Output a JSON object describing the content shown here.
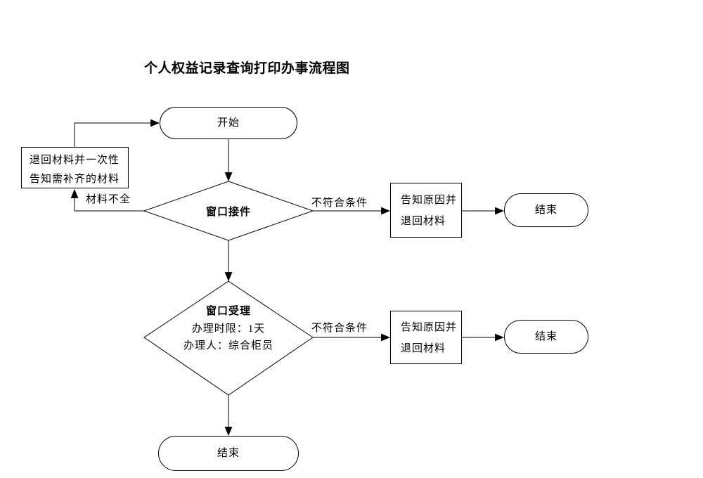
{
  "title": "个人权益记录查询打印办事流程图",
  "flowchart": {
    "start": {
      "label": "开始"
    },
    "return_box": {
      "line1": "退回材料并一次性",
      "line2": "告知需补齐的材料"
    },
    "decision1": {
      "label": "窗口接件"
    },
    "decision2": {
      "title": "窗口受理",
      "line2": "办理时限：1天",
      "line3": "办理人：综合柜员"
    },
    "notify_box1": {
      "line1": "告知原因并",
      "line2": "退回材料"
    },
    "notify_box2": {
      "line1": "告知原因并",
      "line2": "退回材料"
    },
    "end1": {
      "label": "结束"
    },
    "end2": {
      "label": "结束"
    },
    "end_bottom": {
      "label": "结束"
    }
  },
  "edge_labels": {
    "incomplete_materials": "材料不全",
    "not_qualified_1": "不符合条件",
    "not_qualified_2": "不符合条件"
  },
  "colors": {
    "stroke": "#000000",
    "background": "#ffffff",
    "text": "#000000"
  }
}
